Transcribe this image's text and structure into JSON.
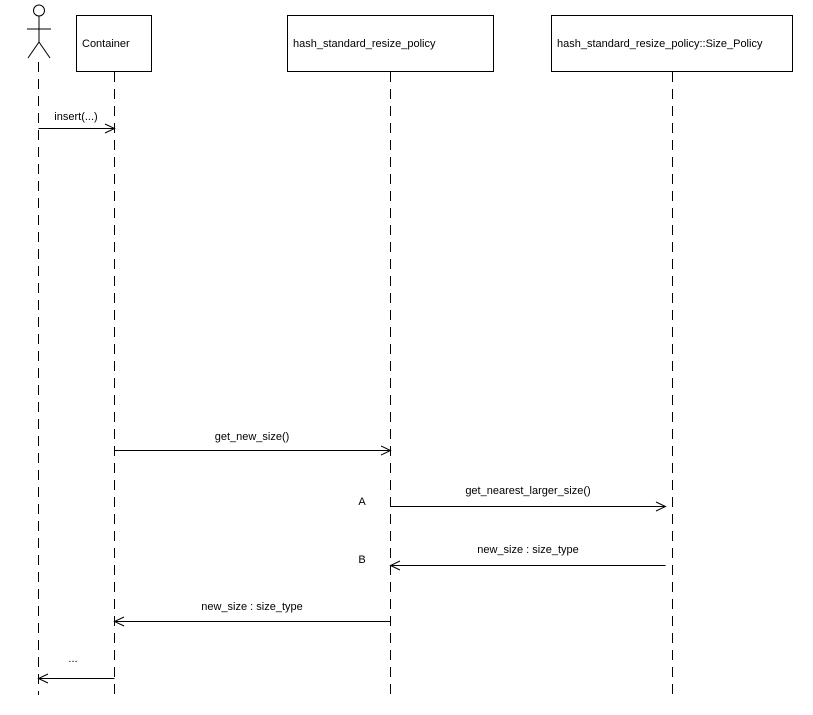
{
  "colors": {
    "background": "#ffffff",
    "line": "#000000",
    "text": "#000000"
  },
  "participants": [
    {
      "id": "actor",
      "type": "actor",
      "label": ""
    },
    {
      "id": "container",
      "type": "object",
      "label": "Container"
    },
    {
      "id": "resize_policy",
      "type": "object",
      "label": "hash_standard_resize_policy"
    },
    {
      "id": "size_policy",
      "type": "object",
      "label": "hash_standard_resize_policy::Size_Policy"
    }
  ],
  "messages": [
    {
      "label": "insert(...)",
      "from": "actor",
      "to": "container",
      "marker": ""
    },
    {
      "label": "get_new_size()",
      "from": "container",
      "to": "resize_policy",
      "marker": ""
    },
    {
      "label": "get_nearest_larger_size()",
      "from": "resize_policy",
      "to": "size_policy",
      "marker": "A"
    },
    {
      "label": "new_size : size_type",
      "from": "size_policy",
      "to": "resize_policy",
      "marker": "B"
    },
    {
      "label": "new_size : size_type",
      "from": "resize_policy",
      "to": "container",
      "marker": ""
    },
    {
      "label": "...",
      "from": "container",
      "to": "actor",
      "marker": ""
    }
  ]
}
